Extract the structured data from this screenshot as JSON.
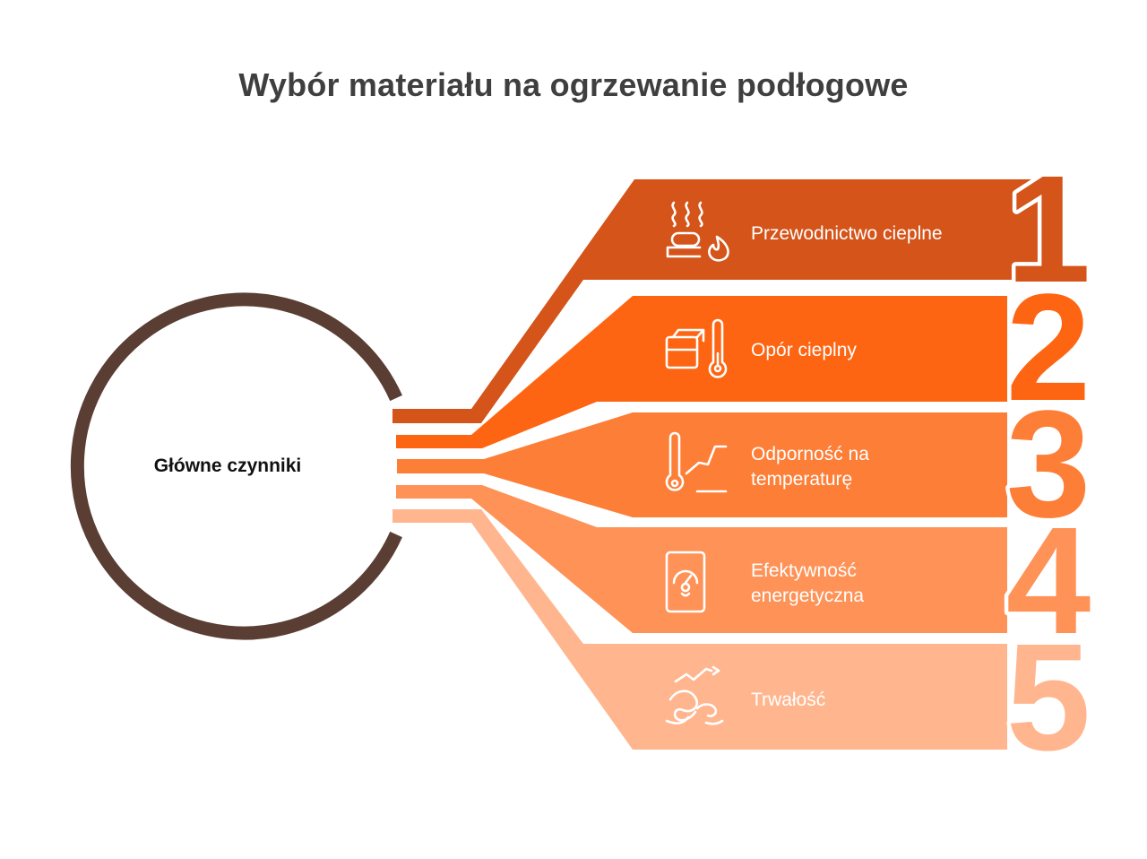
{
  "title": "Wybór materiału na ogrzewanie podłogowe",
  "hub": {
    "label": "Główne czynniki",
    "ring_color": "#5a3e33"
  },
  "items": [
    {
      "number": "1",
      "lines": [
        "Przewodnictwo cieplne"
      ],
      "icon": "heat-transfer-icon",
      "color": "#d4541a"
    },
    {
      "number": "2",
      "lines": [
        "Opór cieplny"
      ],
      "icon": "box-thermometer-icon",
      "color": "#fe6512"
    },
    {
      "number": "3",
      "lines": [
        "Odporność na",
        "temperaturę"
      ],
      "icon": "thermometer-graph-icon",
      "color": "#fd7e37"
    },
    {
      "number": "4",
      "lines": [
        "Efektywność",
        "energetyczna"
      ],
      "icon": "gauge-icon",
      "color": "#fe9257"
    },
    {
      "number": "5",
      "lines": [
        "Trwałość"
      ],
      "icon": "durability-trend-icon",
      "color": "#ffb68f"
    }
  ]
}
